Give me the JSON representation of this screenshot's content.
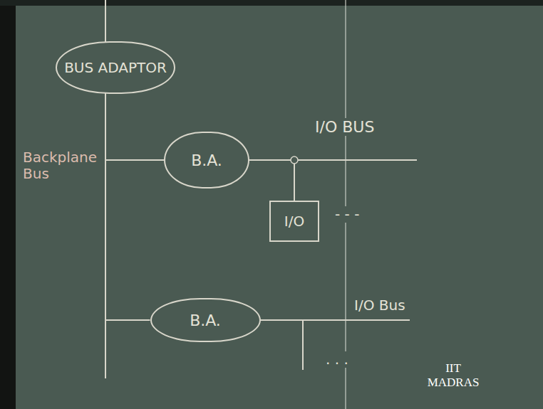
{
  "diagram": {
    "nodes": [
      {
        "text": [
          "BUS ADAPTOR"
        ]
      },
      {
        "text": [
          "B.A."
        ]
      },
      {
        "text": [
          "I/O"
        ]
      },
      {
        "text": [
          "B.A."
        ]
      }
    ],
    "edges": [
      {
        "from": 0,
        "to": 1,
        "arrow": "none"
      },
      {
        "from": 0,
        "to": 3,
        "arrow": "none"
      },
      {
        "from": 1,
        "to": 2,
        "arrow": "none"
      }
    ],
    "labels": [
      "Backplane Bus",
      "I/O BUS",
      "- - -",
      "I/O Bus",
      ". . .",
      "IIT MADRAS"
    ]
  }
}
